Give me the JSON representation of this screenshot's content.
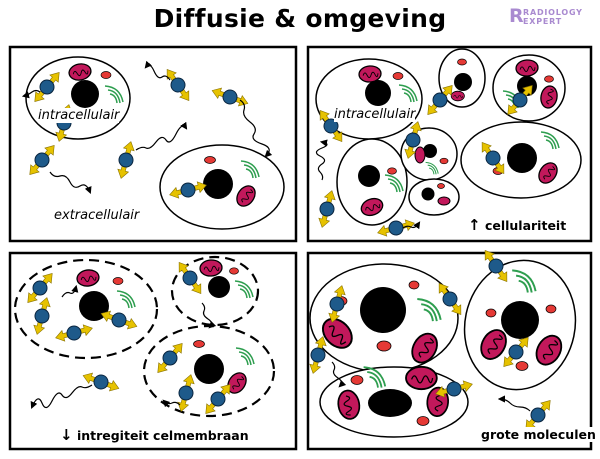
{
  "title": "Diffusie & omgeving",
  "logo": {
    "mark": "R",
    "line1": "RADIOLOGY",
    "line2": "EXPERT",
    "color": "#a98ad0"
  },
  "colors": {
    "nucleus": "#000000",
    "mitochondrion": "#c2185b",
    "organelle": "#e53935",
    "er": "#2e9e4f",
    "molecule": "#1e5a8a",
    "motion_arrow": "#e6c200"
  },
  "panels": [
    {
      "id": "panel-normal",
      "labels": {
        "intracellular": "intracellulair",
        "extracellular": "extracellulair"
      }
    },
    {
      "id": "panel-cellularity",
      "labels": {
        "intracellular": "intracellulair",
        "caption": "cellulariteit",
        "arrow": "↑"
      }
    },
    {
      "id": "panel-membrane",
      "labels": {
        "caption": "intregiteit celmembraan",
        "arrow": "↓"
      }
    },
    {
      "id": "panel-large-molecules",
      "labels": {
        "caption": "grote moleculen"
      }
    }
  ]
}
